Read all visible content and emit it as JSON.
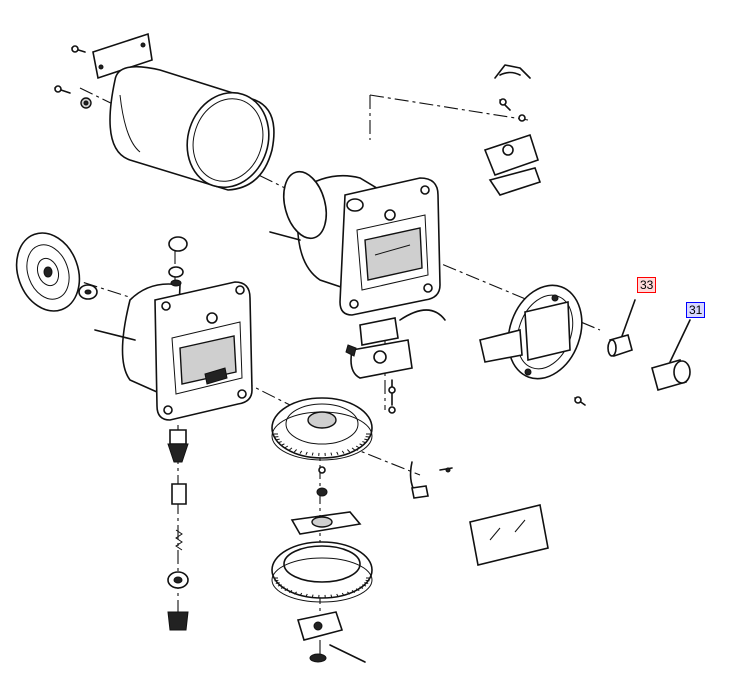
{
  "callouts": [
    {
      "id": "33",
      "label": "33",
      "border_color": "#ff0000",
      "fill_color": "#ffdada"
    },
    {
      "id": "31",
      "label": "31",
      "border_color": "#0000ff",
      "fill_color": "#d8d8ff"
    }
  ],
  "colors": {
    "line": "#111111",
    "background": "#ffffff"
  }
}
